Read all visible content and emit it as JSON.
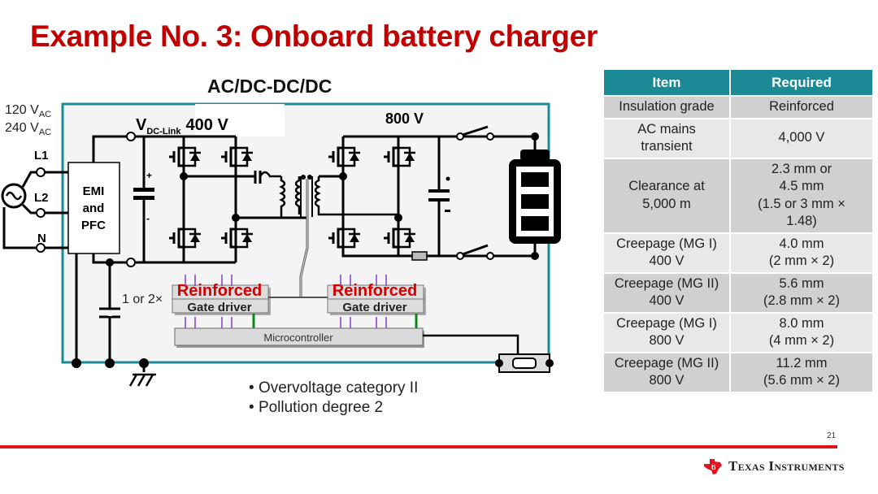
{
  "slide": {
    "title": "Example No. 3: Onboard battery charger",
    "page_number": "21",
    "brand": "Texas Instruments",
    "brand_color": "#e0141c",
    "accent_color": "#1c8a96"
  },
  "diagram": {
    "subtitle": "AC/DC-DC/DC",
    "input_voltages": [
      {
        "value": "120 V",
        "sub": "AC"
      },
      {
        "value": "240 V",
        "sub": "AC"
      }
    ],
    "terminals": [
      "L1",
      "L2",
      "N"
    ],
    "emi_block": [
      "EMI",
      "and",
      "PFC"
    ],
    "dc_link": {
      "label": "V",
      "sub": "DC-Link",
      "value": "400 V"
    },
    "output_voltage": "800 V",
    "capacitor_note": "1 or 2×",
    "gate_drivers": [
      {
        "isolation": "Reinforced",
        "label": "Gate driver"
      },
      {
        "isolation": "Reinforced",
        "label": "Gate driver"
      }
    ],
    "controller": "Microcontroller",
    "icons": [
      "ac-source-icon",
      "mosfet-icon",
      "capacitor-icon",
      "transformer-icon",
      "inductor-icon",
      "switch-icon",
      "battery-icon",
      "ground-icon",
      "db9-connector-icon"
    ]
  },
  "bullets": [
    "Overvoltage category II",
    "Pollution degree 2"
  ],
  "table": {
    "headers": [
      "Item",
      "Required"
    ],
    "rows": [
      {
        "item": [
          "Insulation grade"
        ],
        "required": [
          "Reinforced"
        ]
      },
      {
        "item": [
          "AC mains",
          "transient"
        ],
        "required": [
          "4,000 V"
        ]
      },
      {
        "item": [
          "Clearance at",
          "5,000 m"
        ],
        "required": [
          "2.3 mm or",
          "4.5 mm",
          "(1.5 or 3 mm ×",
          "1.48)"
        ]
      },
      {
        "item": [
          "Creepage (MG I)",
          "400 V"
        ],
        "required": [
          "4.0 mm",
          "(2 mm × 2)"
        ]
      },
      {
        "item": [
          "Creepage (MG II)",
          "400 V"
        ],
        "required": [
          "5.6 mm",
          "(2.8 mm × 2)"
        ]
      },
      {
        "item": [
          "Creepage (MG I)",
          "800 V"
        ],
        "required": [
          "8.0 mm",
          "(4 mm × 2)"
        ]
      },
      {
        "item": [
          "Creepage (MG II)",
          "800 V"
        ],
        "required": [
          "11.2 mm",
          "(5.6 mm × 2)"
        ]
      }
    ]
  }
}
